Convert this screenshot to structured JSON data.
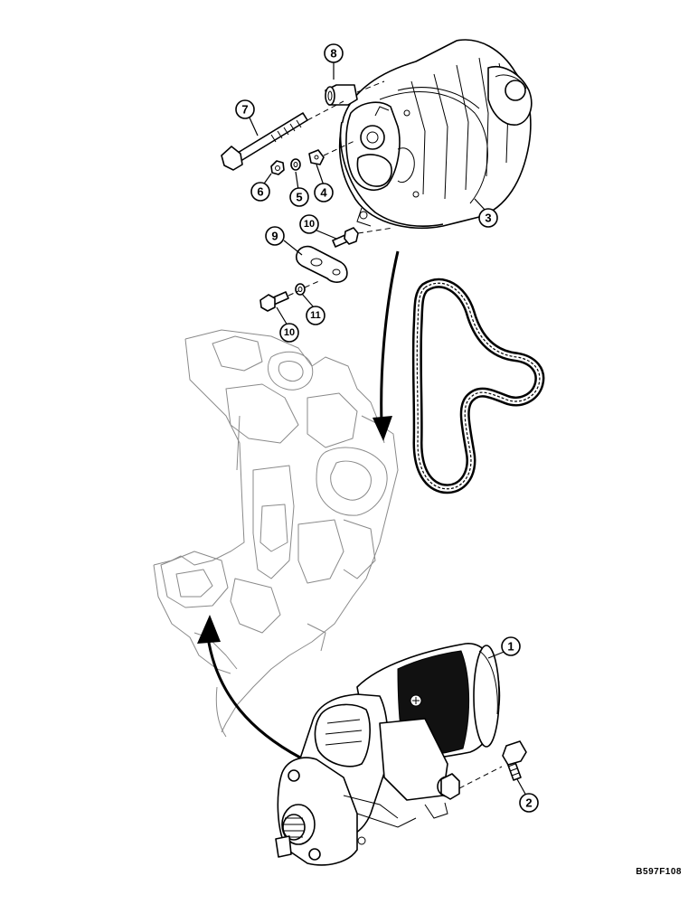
{
  "callouts": {
    "c1": "1",
    "c2": "2",
    "c3": "3",
    "c4": "4",
    "c5": "5",
    "c6": "6",
    "c7": "7",
    "c8": "8",
    "c9": "9",
    "c10a": "10",
    "c10b": "10",
    "c11": "11"
  },
  "figure_code": "B597F108",
  "colors": {
    "line": "#000000",
    "ghost": "#8a8a8a",
    "background": "#ffffff"
  }
}
